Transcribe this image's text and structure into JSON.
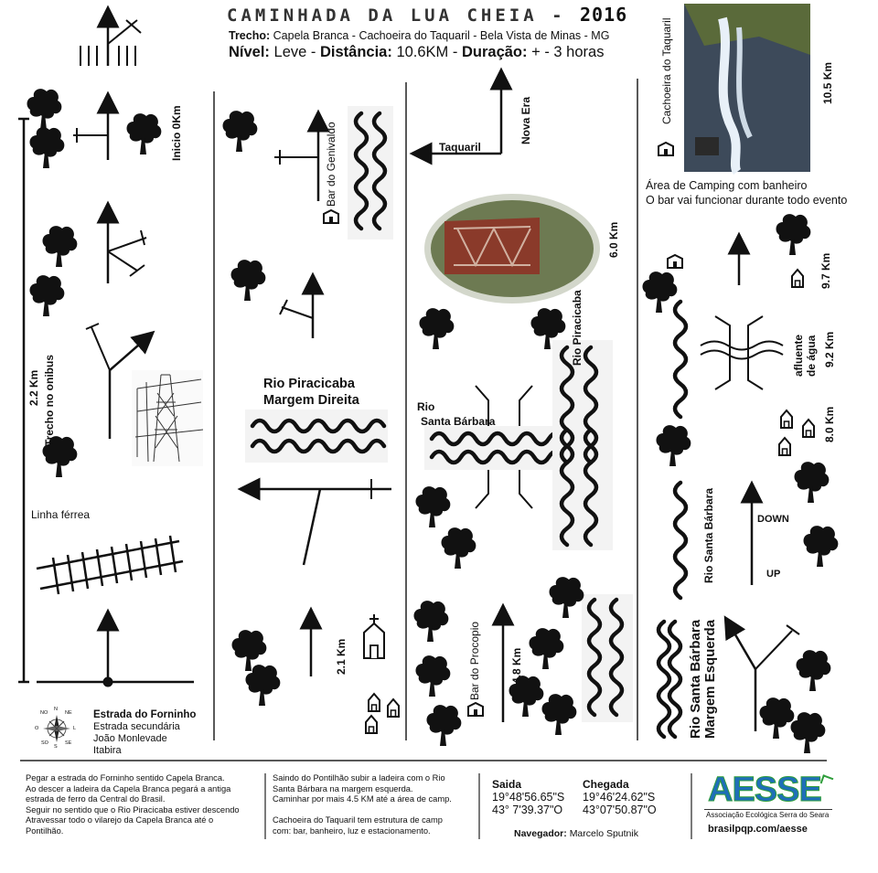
{
  "header": {
    "title": "CAMINHADA DA LUA CHEIA -",
    "year": "2016",
    "route_label": "Trecho:",
    "route": "Capela Branca - Cachoeira do Taquaril - Bela Vista de Minas - MG",
    "level_label": "Nível:",
    "level": "Leve",
    "distance_label": "Distância:",
    "distance": "10.6KM",
    "duration_label": "Duração:",
    "duration": "+ - 3 horas"
  },
  "map": {
    "inicio": "Inicio 0Km",
    "km_2_2": "2.2 Km",
    "trecho_onibus": "Trecho no onibus",
    "linha_ferrea": "Linha férrea",
    "bar_genivaldo": "Bar do Genivaldo",
    "rio_piracicaba_md": "Rio Piracicaba",
    "margem_direita": "Margem Direita",
    "km_2_1": "2.1 Km",
    "taquaril": "Taquaril",
    "nova_era": "Nova Era",
    "km_6_0": "6.0 Km",
    "rio_piracicaba": "Rio Piracicaba",
    "rio_sb": "Rio",
    "santa_barbara": "Santa Bárbara",
    "bar_procopio": "Bar do Procopio",
    "km_4_8": "4.8 Km",
    "cachoeira": "Cachoeira do Taquaril",
    "km_10_5": "10.5 Km",
    "camping": "Área de Camping com banheiro",
    "bar_evento": "O bar vai funcionar durante todo evento",
    "km_9_7": "9.7 Km",
    "afluente": "afluente",
    "de_agua": "de água",
    "km_9_2": "9.2 Km",
    "km_8_0": "8.0 Km",
    "rio_sb_right": "Rio Santa Bárbara",
    "down": "DOWN",
    "up": "UP",
    "rio_sb_me1": "Rio Santa Bárbara",
    "rio_sb_me2": "Margem Esquerda"
  },
  "legend": {
    "estrada_forninho": "Estrada do Forninho",
    "estrada_secundaria": "Estrada secundária",
    "joao_monlevade": "João Monlevade",
    "itabira": "Itabira",
    "compass": [
      "N",
      "NE",
      "L",
      "SE",
      "S",
      "SO",
      "O",
      "NO"
    ]
  },
  "footer": {
    "col1": [
      "Pegar a estrada do Forninho sentido Capela Branca.",
      "Ao descer a ladeira da  Capela Branca pegará a antiga",
      "estrada de ferro da Central do Brasil.",
      "Seguir no sentido que o Rio Piracicaba estiver descendo",
      "Atravessar todo o vilarejo da Capela Branca até o",
      "Pontilhão."
    ],
    "col2": [
      "Saindo do Pontilhão subir a ladeira com o Rio",
      "Santa Bárbara na margem esquerda.",
      "Caminhar por mais 4.5 KM até a área de camp.",
      "",
      "Cachoeira do Taquaril tem estrutura de camp",
      "com: bar, banheiro, luz e estacionamento."
    ],
    "saida_label": "Saida",
    "saida_lat": "19°48'56.65\"S",
    "saida_lon": "43°  7'39.37\"O",
    "chegada_label": "Chegada",
    "chegada_lat": "19°46'24.62\"S",
    "chegada_lon": "43°07'50.87\"O",
    "navegador_label": "Navegador:",
    "navegador": "Marcelo Sputnik",
    "logo_text": "AESSE",
    "logo_sub": "Associação Ecológica Serra do Seara",
    "url": "brasilpqp.com/aesse"
  },
  "colors": {
    "logo_blue": "#1f6fb8",
    "logo_green": "#2e9d3a",
    "ink": "#111111"
  }
}
